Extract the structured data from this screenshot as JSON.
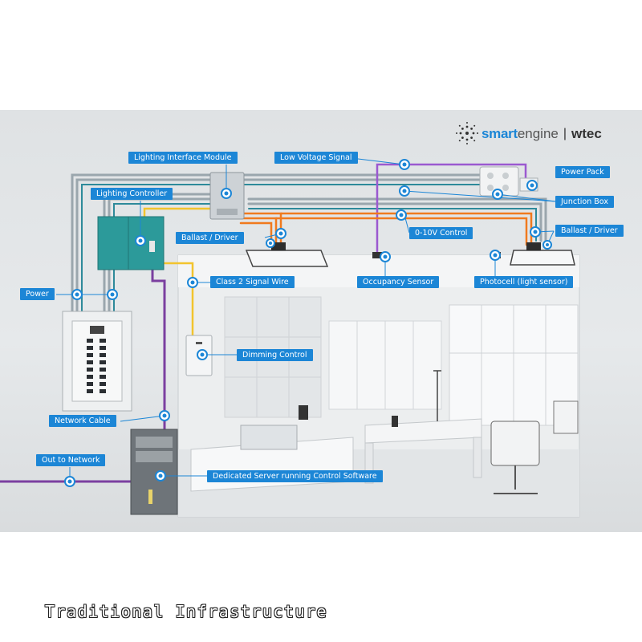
{
  "brand": {
    "name_part1": "smart",
    "name_part2": "engine",
    "separator": "|",
    "partner": "wtec",
    "accent_color": "#1c86d6"
  },
  "labels": {
    "lighting_interface_module": "Lighting Interface Module",
    "low_voltage_signal": "Low Voltage Signal",
    "power_pack": "Power Pack",
    "lighting_controller": "Lighting Controller",
    "junction_box": "Junction Box",
    "ballast_driver_left": "Ballast / Driver",
    "zero_ten_v_control": "0-10V Control",
    "ballast_driver_right": "Ballast / Driver",
    "power": "Power",
    "class2_signal_wire": "Class 2 Signal Wire",
    "occupancy_sensor": "Occupancy Sensor",
    "photocell": "Photocell (light sensor)",
    "dimming_control": "Dimming Control",
    "network_cable": "Network Cable",
    "out_to_network": "Out to Network",
    "dedicated_server": "Dedicated Server running Control Software"
  },
  "title": "Traditional Infrastructure",
  "colors": {
    "power_wire": "#9aa6ad",
    "signal_wire": "#2e8a9a",
    "low_voltage": "#9b59d0",
    "control_010v": "#f07a1e",
    "class2": "#f2c42e",
    "network": "#7b3fa0",
    "node": "#1c86d6"
  }
}
